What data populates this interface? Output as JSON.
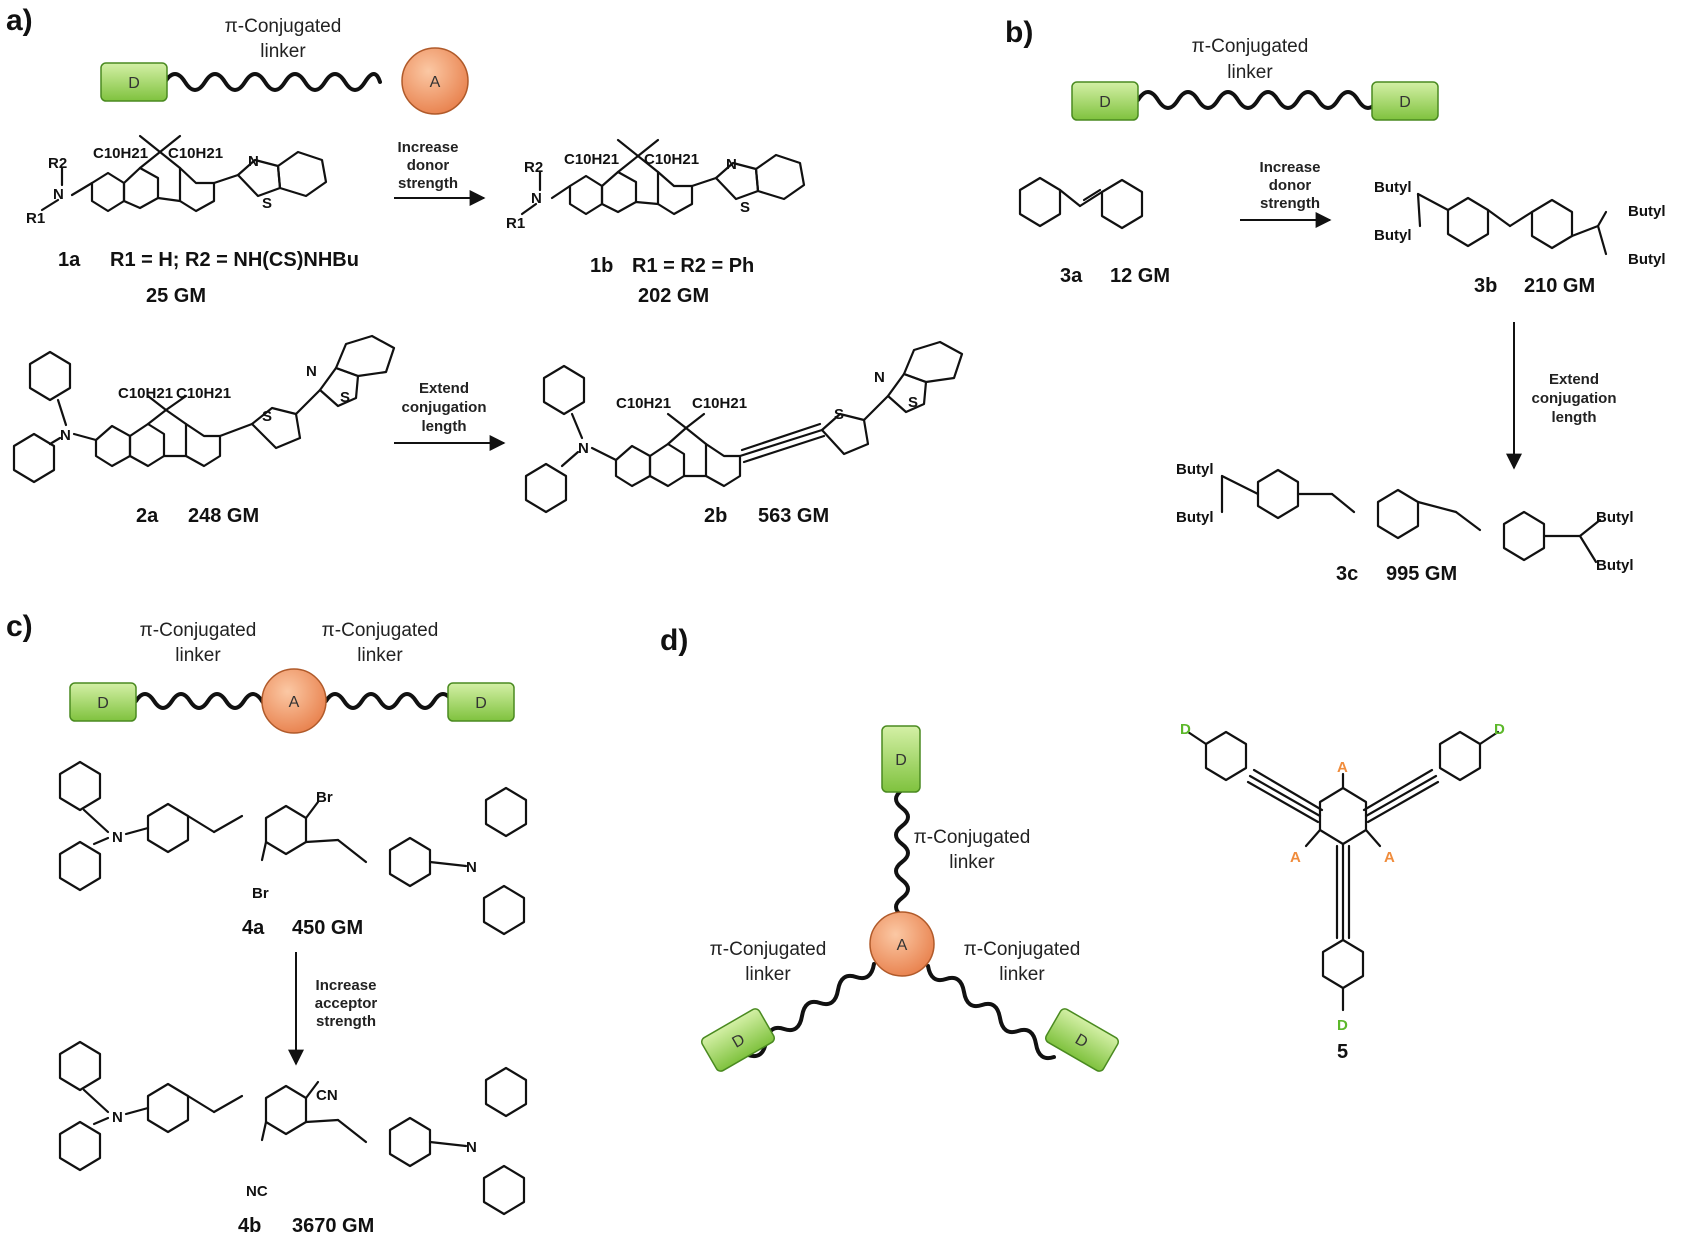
{
  "panels": {
    "a": {
      "label": "a)",
      "scheme": {
        "linker": [
          "π-Conjugated",
          "linker"
        ],
        "donor": "D",
        "acceptor": "A"
      },
      "arrow1": [
        "Increase",
        "donor",
        "strength"
      ],
      "arrow2": [
        "Extend",
        "conjugation",
        "length"
      ],
      "sub_c10": "C10H21",
      "compounds": {
        "c1a": {
          "id": "1a",
          "detail": "R1 = H; R2 = NH(CS)NHBu",
          "value": "25 GM"
        },
        "c1b": {
          "id": "1b",
          "detail": "R1 = R2 = Ph",
          "value": "202 GM"
        },
        "c2a": {
          "id": "2a",
          "value": "248 GM"
        },
        "c2b": {
          "id": "2b",
          "value": "563 GM"
        }
      },
      "atoms": {
        "N": "N",
        "S": "S",
        "R1": "R1",
        "R2": "R2"
      }
    },
    "b": {
      "label": "b)",
      "scheme": {
        "linker": [
          "π-Conjugated",
          "linker"
        ],
        "donor": "D"
      },
      "arrow1": [
        "Increase",
        "donor",
        "strength"
      ],
      "arrow2": [
        "Extend",
        "conjugation",
        "length"
      ],
      "substituent": "Butyl",
      "compounds": {
        "c3a": {
          "id": "3a",
          "value": "12 GM"
        },
        "c3b": {
          "id": "3b",
          "value": "210 GM"
        },
        "c3c": {
          "id": "3c",
          "value": "995 GM"
        }
      }
    },
    "c": {
      "label": "c)",
      "scheme": {
        "linker": [
          "π-Conjugated",
          "linker"
        ],
        "donor": "D",
        "acceptor": "A"
      },
      "arrow": [
        "Increase",
        "acceptor",
        "strength"
      ],
      "compounds": {
        "c4a": {
          "id": "4a",
          "value": "450 GM",
          "substituent": "Br"
        },
        "c4b": {
          "id": "4b",
          "value": "3670 GM",
          "substituent_top": "CN",
          "substituent_bottom": "NC"
        }
      },
      "atoms": {
        "N": "N"
      }
    },
    "d": {
      "label": "d)",
      "scheme": {
        "linker": [
          "π-Conjugated",
          "linker"
        ],
        "donor": "D",
        "acceptor": "A"
      },
      "compound": {
        "id": "5",
        "donor": "D",
        "acceptor": "A"
      }
    }
  },
  "colors": {
    "donor_fill": "#9ad45a",
    "acceptor_fill": "#f09a6a",
    "donor_label_color": "#5cb82a",
    "acceptor_label_color": "#f08c3c"
  }
}
